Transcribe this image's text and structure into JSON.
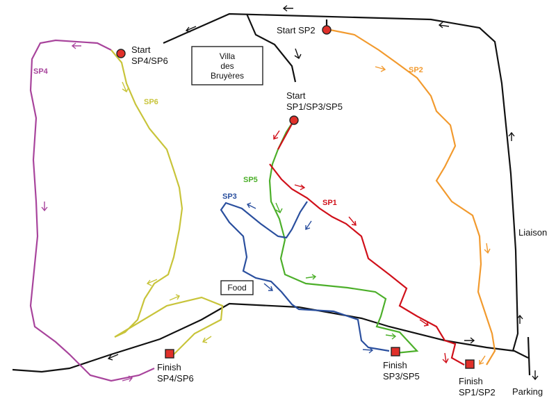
{
  "map": {
    "villa": {
      "line1": "Villa",
      "line2": "des",
      "line3": "Bruyères"
    },
    "food": "Food",
    "liaison": "Liaison",
    "parking": "Parking",
    "starts": {
      "sp2": {
        "line1": "Start SP2"
      },
      "sp46": {
        "line1": "Start",
        "line2": "SP4/SP6"
      },
      "sp135": {
        "line1": "Start",
        "line2": "SP1/SP3/SP5"
      }
    },
    "finishes": {
      "sp46": {
        "line1": "Finish",
        "line2": "SP4/SP6"
      },
      "sp35": {
        "line1": "Finish",
        "line2": "SP3/SP5"
      },
      "sp12": {
        "line1": "Finish",
        "line2": "SP1/SP2"
      }
    },
    "stages": [
      {
        "id": "SP1",
        "label": "SP1",
        "color": "#d0101a"
      },
      {
        "id": "SP2",
        "label": "SP2",
        "color": "#f29a2e"
      },
      {
        "id": "SP3",
        "label": "SP3",
        "color": "#2a4f9e"
      },
      {
        "id": "SP4",
        "label": "SP4",
        "color": "#a8449c"
      },
      {
        "id": "SP5",
        "label": "SP5",
        "color": "#4caf2a"
      },
      {
        "id": "SP6",
        "label": "SP6",
        "color": "#c8c43a"
      }
    ],
    "colors": {
      "road": "#111111",
      "marker": "#e0302a"
    }
  }
}
